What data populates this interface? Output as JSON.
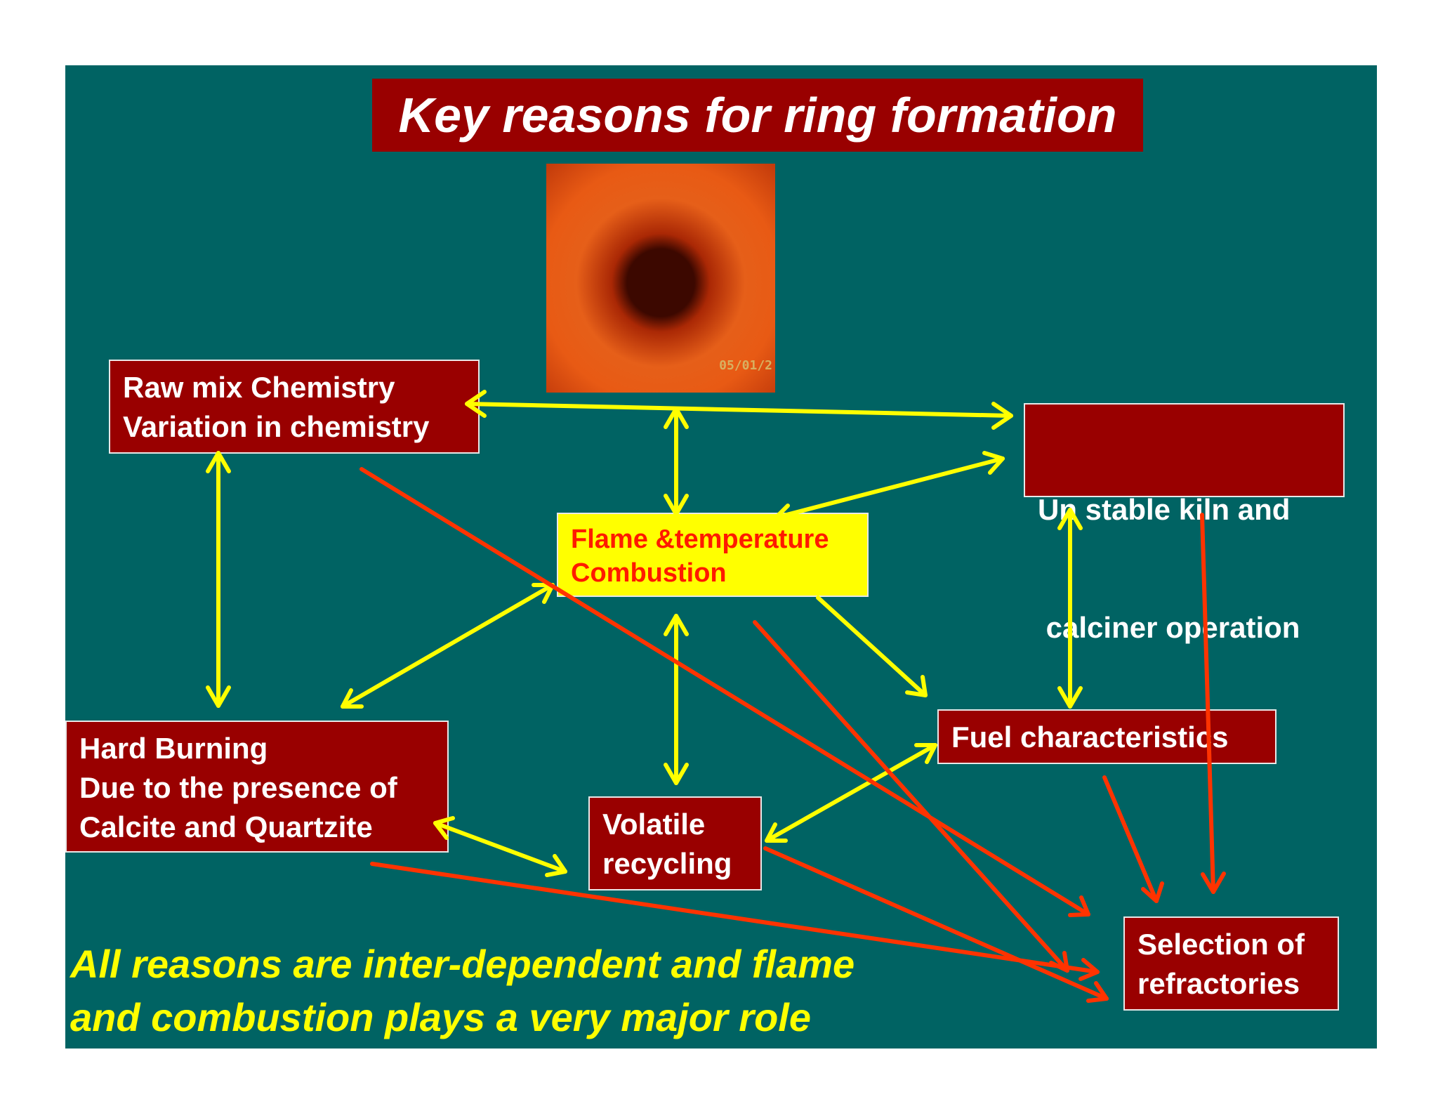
{
  "title": "Key reasons for ring formation",
  "photo": {
    "timestamp": "05/01/2"
  },
  "nodes": {
    "raw_mix": [
      "Raw mix Chemistry",
      "Variation in chemistry"
    ],
    "unstable_kiln": [
      "Un stable kiln and",
      " calciner operation"
    ],
    "flame": [
      "Flame &temperature",
      "Combustion"
    ],
    "hard_burning": [
      "Hard Burning",
      "Due to the presence of",
      "Calcite and Quartzite"
    ],
    "volatile": [
      "Volatile",
      "recycling"
    ],
    "fuel": [
      "Fuel characteristics"
    ],
    "refractories": [
      "Selection of",
      "refractories"
    ]
  },
  "footer": [
    "All reasons are inter-dependent  and flame",
    "and combustion plays a very major role"
  ],
  "colors": {
    "background": "#006363",
    "box": "#990000",
    "flame_box": "#ffff00",
    "flame_text": "#ff1a00",
    "yellow_arrow": "#ffff00",
    "red_arrow": "#ff3300",
    "footer_text": "#ffff00"
  }
}
